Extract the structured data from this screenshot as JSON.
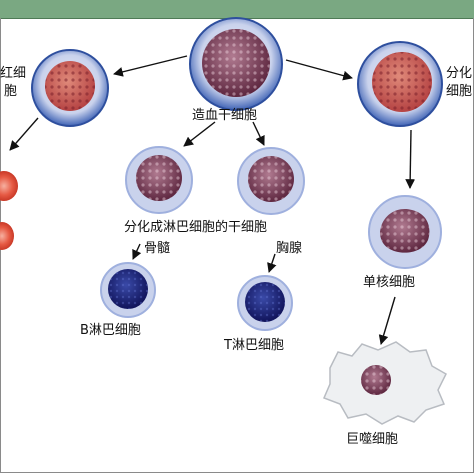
{
  "labels": {
    "stem_cell": "造血干细胞",
    "red_cell_partial_1": "红细",
    "red_cell_partial_2": "胞",
    "diff_right_partial_1": "分化",
    "diff_right_partial_2": "细胞",
    "lymph_stem": "分化成淋巴细胞的干细胞",
    "bone_marrow": "骨髓",
    "thymus": "胸腺",
    "b_cell": "B淋巴细胞",
    "t_cell": "T淋巴细胞",
    "monocyte": "单核细胞",
    "macrophage": "巨噬细胞"
  },
  "colors": {
    "header_bar": "#7aa882",
    "cell_outer": "#3f63b5",
    "cell_halo": "#c9d2ec",
    "nucleus_red": "#c2544f",
    "nucleus_purple": "#7a3550",
    "nucleus_blue": "#1b1f7a",
    "erythrocyte": "#e04030",
    "macrophage_body": "#eef0f2"
  }
}
